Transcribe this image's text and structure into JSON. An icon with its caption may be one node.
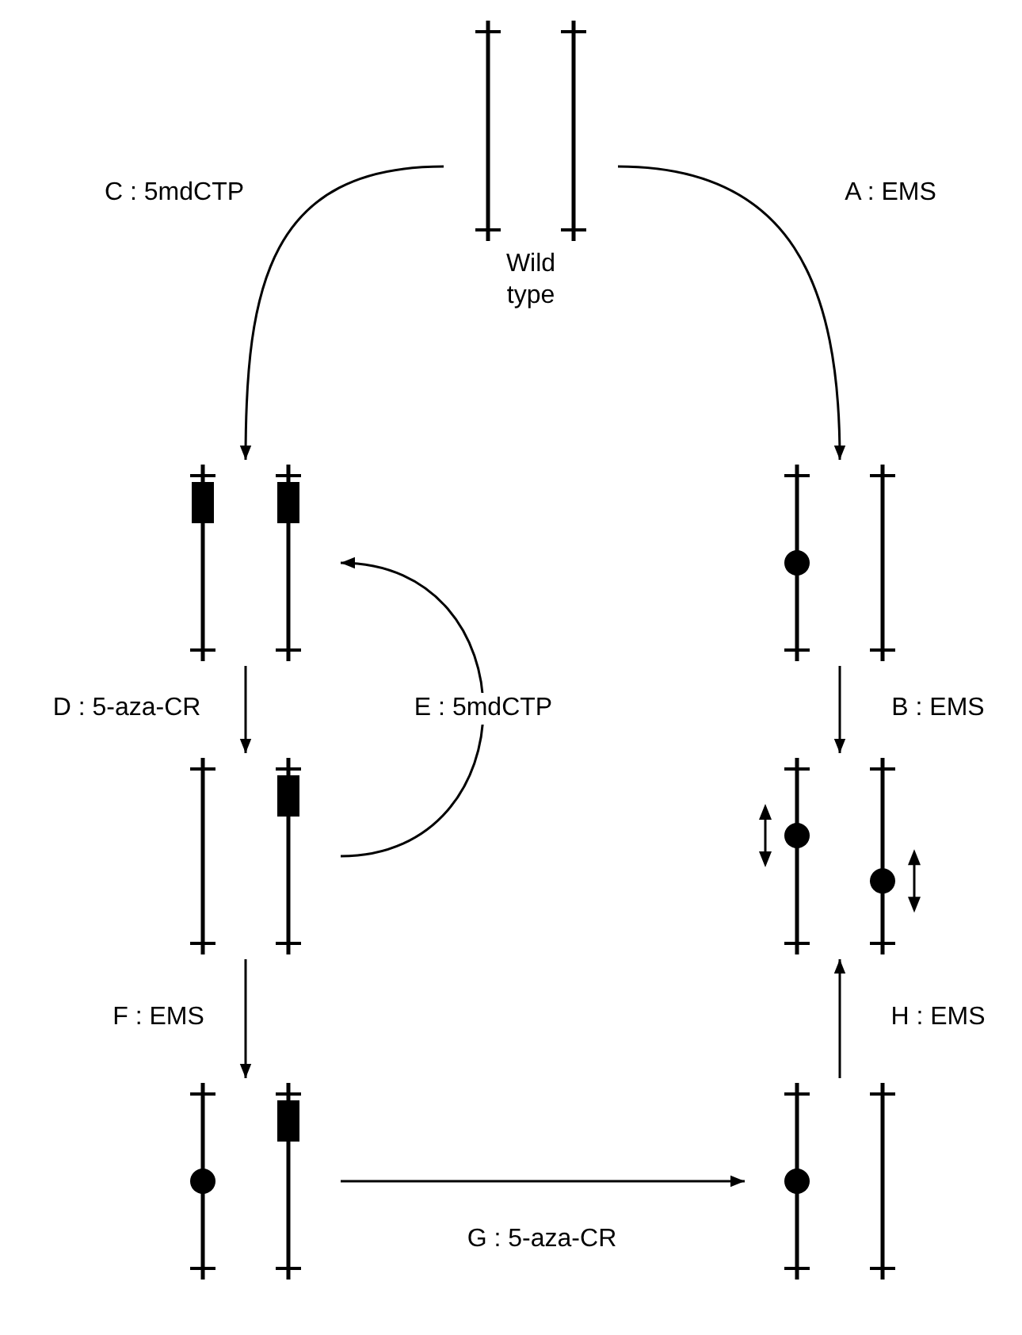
{
  "diagram": {
    "nodes": [
      {
        "text": [
          "Wild type"
        ]
      },
      {
        "text": [],
        "shape": "picture"
      },
      {
        "text": [],
        "shape": "picture"
      },
      {
        "text": [],
        "shape": "picture"
      },
      {
        "text": [],
        "shape": "picture"
      },
      {
        "text": [],
        "shape": "picture"
      },
      {
        "text": [],
        "shape": "picture"
      }
    ],
    "edges": [
      {
        "from": 0,
        "to": 1,
        "arrow": "to",
        "label": "C : 5mdCTP"
      },
      {
        "from": 0,
        "to": 2,
        "arrow": "to",
        "label": "A : EMS"
      },
      {
        "from": 1,
        "to": 3,
        "arrow": "to",
        "label": "D : 5-aza-CR"
      },
      {
        "from": 3,
        "to": 1,
        "arrow": "to",
        "label": "E : 5mdCTP"
      },
      {
        "from": 2,
        "to": 4,
        "arrow": "to",
        "label": "B : EMS"
      },
      {
        "from": 3,
        "to": 5,
        "arrow": "to",
        "label": "F : EMS"
      },
      {
        "from": 6,
        "to": 4,
        "arrow": "to",
        "label": "H : EMS"
      },
      {
        "from": 5,
        "to": 6,
        "arrow": "to",
        "label": "G : 5-aza-CR"
      }
    ]
  }
}
